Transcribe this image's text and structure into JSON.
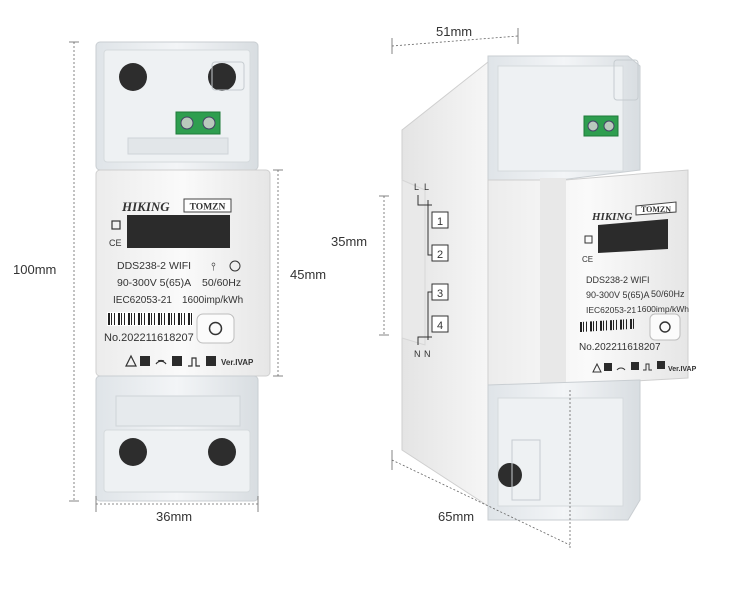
{
  "dimensions": {
    "height_total": "100mm",
    "width_front": "36mm",
    "height_front": "45mm",
    "width_side": "51mm",
    "height_terminal": "35mm",
    "depth": "65mm"
  },
  "front_meter": {
    "brand": "HIKING",
    "logo": "TOMZN",
    "ce_mark": "CE",
    "model": "DDS238-2 WIFI",
    "voltage": "90-300V 5(65)A",
    "frequency": "50/60Hz",
    "standard": "IEC62053-21",
    "impulse": "1600imp/kWh",
    "serial": "No.202211618207",
    "version": "Ver.IVAP"
  },
  "side_meter": {
    "brand": "HIKING",
    "logo": "TOMZN",
    "ce_mark": "CE",
    "model": "DDS238-2 WIFI",
    "voltage": "90-300V 5(65)A",
    "frequency": "50/60Hz",
    "standard": "IEC62053-21",
    "impulse": "1600imp/kWh",
    "serial": "No.202211618207",
    "version": "Ver.IVAP",
    "terminals": [
      "1",
      "2",
      "3",
      "4"
    ],
    "terminal_labels_top": [
      "L",
      "L"
    ],
    "terminal_labels_bottom": [
      "N",
      "N"
    ]
  },
  "colors": {
    "body": "#f4f4f4",
    "cover": "#e6eaed",
    "lcd": "#2b2b2b",
    "terminal_green": "#2e9e4f"
  }
}
